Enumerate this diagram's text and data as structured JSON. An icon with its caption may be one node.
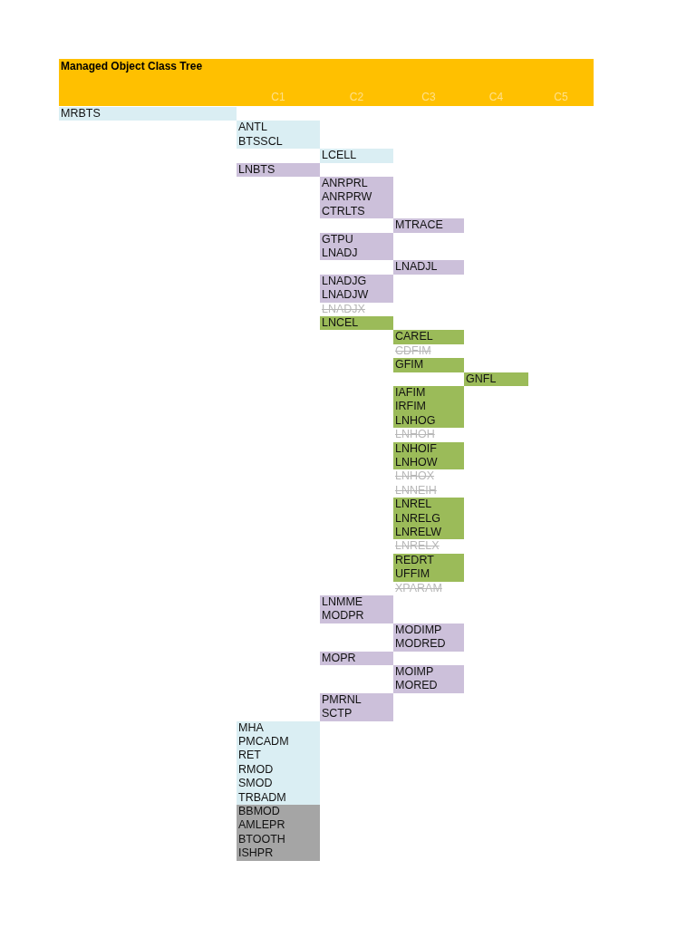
{
  "diagram": {
    "title": "Managed Object Class Tree",
    "labels": [
      "C1",
      "C2",
      "C3",
      "C4",
      "C5",
      "MRBTS",
      "ANTL",
      "BTSSCL",
      "LCELL",
      "LNBTS",
      "ANRPRL",
      "ANRPRW",
      "CTRLTS",
      "MTRACE",
      "GTPU",
      "LNADJ",
      "LNADJL",
      "LNADJG",
      "LNADJW",
      "LNADJX",
      "LNCEL",
      "CAREL",
      "CDFIM",
      "GFIM",
      "GNFL",
      "IAFIM",
      "IRFIM",
      "LNHOG",
      "LNHOH",
      "LNHOIF",
      "LNHOW",
      "LNHOX",
      "LNNEIH",
      "LNREL",
      "LNRELG",
      "LNRELW",
      "LNRELX",
      "REDRT",
      "UFFIM",
      "XPARAM",
      "LNMME",
      "MODPR",
      "MODIMP",
      "MODRED",
      "MOPR",
      "MOIMP",
      "MORED",
      "PMRNL",
      "SCTP",
      "MHA",
      "PMCADM",
      "RET",
      "RMOD",
      "SMOD",
      "TRBADM",
      "BBMOD",
      "AMLEPR",
      "BTOOTH",
      "ISHPR"
    ]
  }
}
